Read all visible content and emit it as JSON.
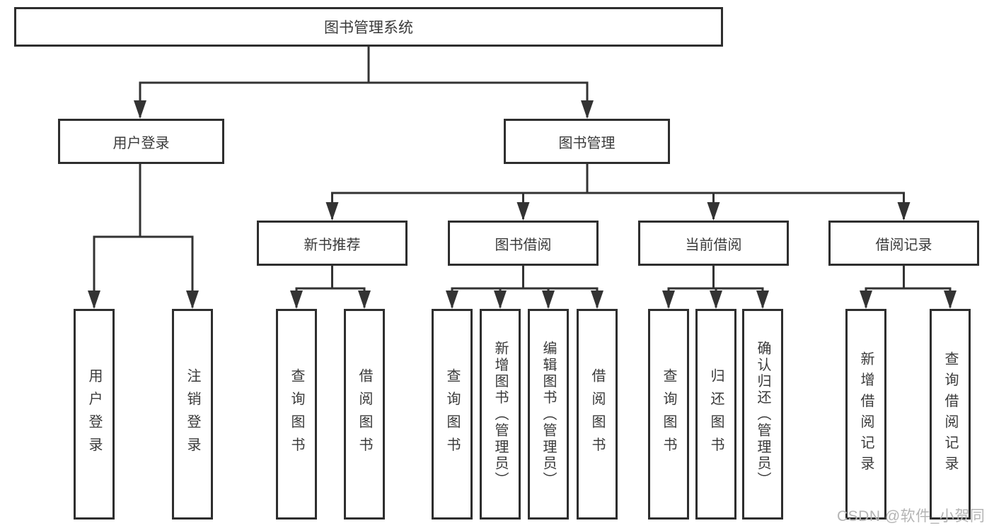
{
  "diagram": {
    "title": "图书管理系统",
    "type": "hierarchy-tree",
    "colors": {
      "background": "#ffffff",
      "line": "#333333",
      "box_border": "#2e2e2e",
      "box_fill": "#ffffff",
      "text": "#3a3a3a",
      "watermark": "#b4b4b4"
    },
    "watermark": "CSDN @软件_小贺同学"
  },
  "tree": {
    "label": "图书管理系统",
    "children": [
      {
        "label": "用户登录",
        "children": [
          {
            "label": "用户登录"
          },
          {
            "label": "注销登录"
          }
        ]
      },
      {
        "label": "图书管理",
        "children": [
          {
            "label": "新书推荐",
            "children": [
              {
                "label": "查询图书"
              },
              {
                "label": "借阅图书"
              }
            ]
          },
          {
            "label": "图书借阅",
            "children": [
              {
                "label": "查询图书"
              },
              {
                "label": "新增图书（管理员）"
              },
              {
                "label": "编辑图书（管理员）"
              },
              {
                "label": "借阅图书"
              }
            ]
          },
          {
            "label": "当前借阅",
            "children": [
              {
                "label": "查询图书"
              },
              {
                "label": "归还图书"
              },
              {
                "label": "确认归还（管理员）"
              }
            ]
          },
          {
            "label": "借阅记录",
            "children": [
              {
                "label": "新增借阅记录"
              },
              {
                "label": "查询借阅记录"
              }
            ]
          }
        ]
      }
    ]
  }
}
